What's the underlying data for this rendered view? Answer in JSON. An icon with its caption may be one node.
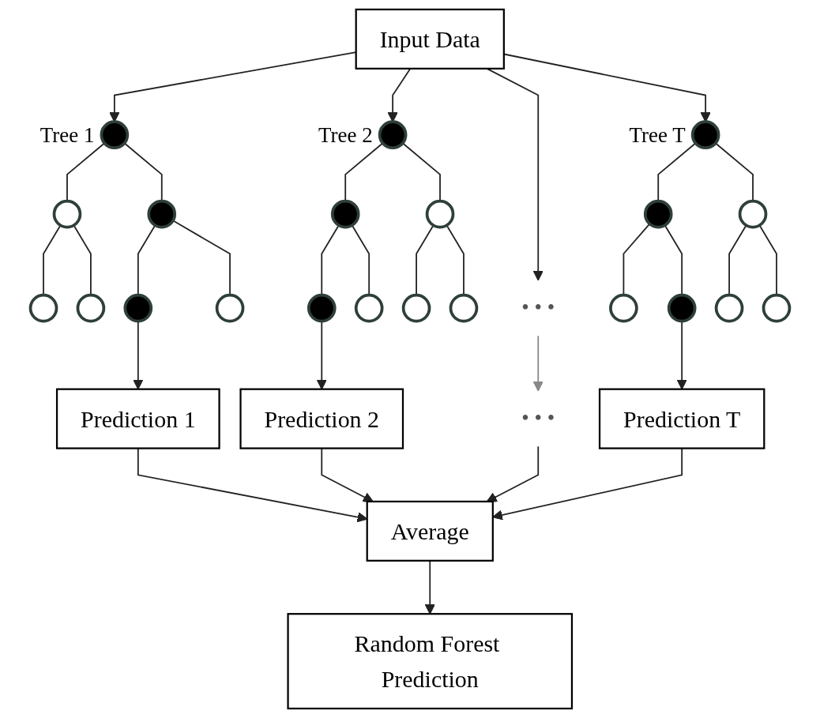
{
  "diagram": {
    "nodes": [
      {
        "text": [
          "Input Data"
        ]
      },
      {
        "text": [],
        "shape": "circle",
        "beside": [
          "Tree 1"
        ]
      },
      {
        "text": [],
        "shape": "circle",
        "beside": [
          "Tree 2"
        ]
      },
      {
        "text": [
          "• • •"
        ]
      },
      {
        "text": [],
        "shape": "circle",
        "beside": [
          "Tree T"
        ]
      },
      {
        "text": [],
        "shape": "circle"
      },
      {
        "text": [],
        "shape": "circle"
      },
      {
        "text": [],
        "shape": "circle"
      },
      {
        "text": [],
        "shape": "circle"
      },
      {
        "text": [],
        "shape": "circle"
      },
      {
        "text": [],
        "shape": "circle"
      },
      {
        "text": [],
        "shape": "circle"
      },
      {
        "text": [],
        "shape": "circle"
      },
      {
        "text": [],
        "shape": "circle"
      },
      {
        "text": [],
        "shape": "circle"
      },
      {
        "text": [],
        "shape": "circle"
      },
      {
        "text": [],
        "shape": "circle"
      },
      {
        "text": [],
        "shape": "circle"
      },
      {
        "text": [],
        "shape": "circle"
      },
      {
        "text": [],
        "shape": "circle"
      },
      {
        "text": [],
        "shape": "circle"
      },
      {
        "text": [],
        "shape": "circle"
      },
      {
        "text": [],
        "shape": "circle"
      },
      {
        "text": [
          "Prediction 1"
        ]
      },
      {
        "text": [
          "Prediction 2"
        ]
      },
      {
        "text": [
          "• • •"
        ]
      },
      {
        "text": [
          "Prediction T"
        ]
      },
      {
        "text": [
          "Average"
        ]
      },
      {
        "text": [
          "Random Forest Prediction"
        ]
      }
    ],
    "edges": [
      {
        "from": 0,
        "to": 1,
        "arrow": "to"
      },
      {
        "from": 0,
        "to": 2,
        "arrow": "to"
      },
      {
        "from": 0,
        "to": 3,
        "arrow": "to"
      },
      {
        "from": 0,
        "to": 4,
        "arrow": "to"
      },
      {
        "from": 1,
        "to": 5,
        "arrow": "none"
      },
      {
        "from": 1,
        "to": 6,
        "arrow": "none"
      },
      {
        "from": 2,
        "to": 7,
        "arrow": "none"
      },
      {
        "from": 2,
        "to": 8,
        "arrow": "none"
      },
      {
        "from": 4,
        "to": 9,
        "arrow": "none"
      },
      {
        "from": 4,
        "to": 10,
        "arrow": "none"
      },
      {
        "from": 5,
        "to": 11,
        "arrow": "none"
      },
      {
        "from": 5,
        "to": 12,
        "arrow": "none"
      },
      {
        "from": 6,
        "to": 13,
        "arrow": "none"
      },
      {
        "from": 6,
        "to": 14,
        "arrow": "none"
      },
      {
        "from": 7,
        "to": 15,
        "arrow": "none"
      },
      {
        "from": 7,
        "to": 16,
        "arrow": "none"
      },
      {
        "from": 8,
        "to": 17,
        "arrow": "none"
      },
      {
        "from": 8,
        "to": 18,
        "arrow": "none"
      },
      {
        "from": 9,
        "to": 19,
        "arrow": "none"
      },
      {
        "from": 9,
        "to": 20,
        "arrow": "none"
      },
      {
        "from": 10,
        "to": 21,
        "arrow": "none"
      },
      {
        "from": 10,
        "to": 22,
        "arrow": "none"
      },
      {
        "from": 13,
        "to": 23,
        "arrow": "to"
      },
      {
        "from": 15,
        "to": 24,
        "arrow": "to"
      },
      {
        "from": 3,
        "to": 25,
        "arrow": "to",
        "color": "#888888"
      },
      {
        "from": 20,
        "to": 26,
        "arrow": "to"
      },
      {
        "from": 23,
        "to": 27,
        "arrow": "to"
      },
      {
        "from": 24,
        "to": 27,
        "arrow": "to"
      },
      {
        "from": 25,
        "to": 27,
        "arrow": "to"
      },
      {
        "from": 26,
        "to": 27,
        "arrow": "to"
      },
      {
        "from": 27,
        "to": 28,
        "arrow": "to"
      }
    ]
  }
}
